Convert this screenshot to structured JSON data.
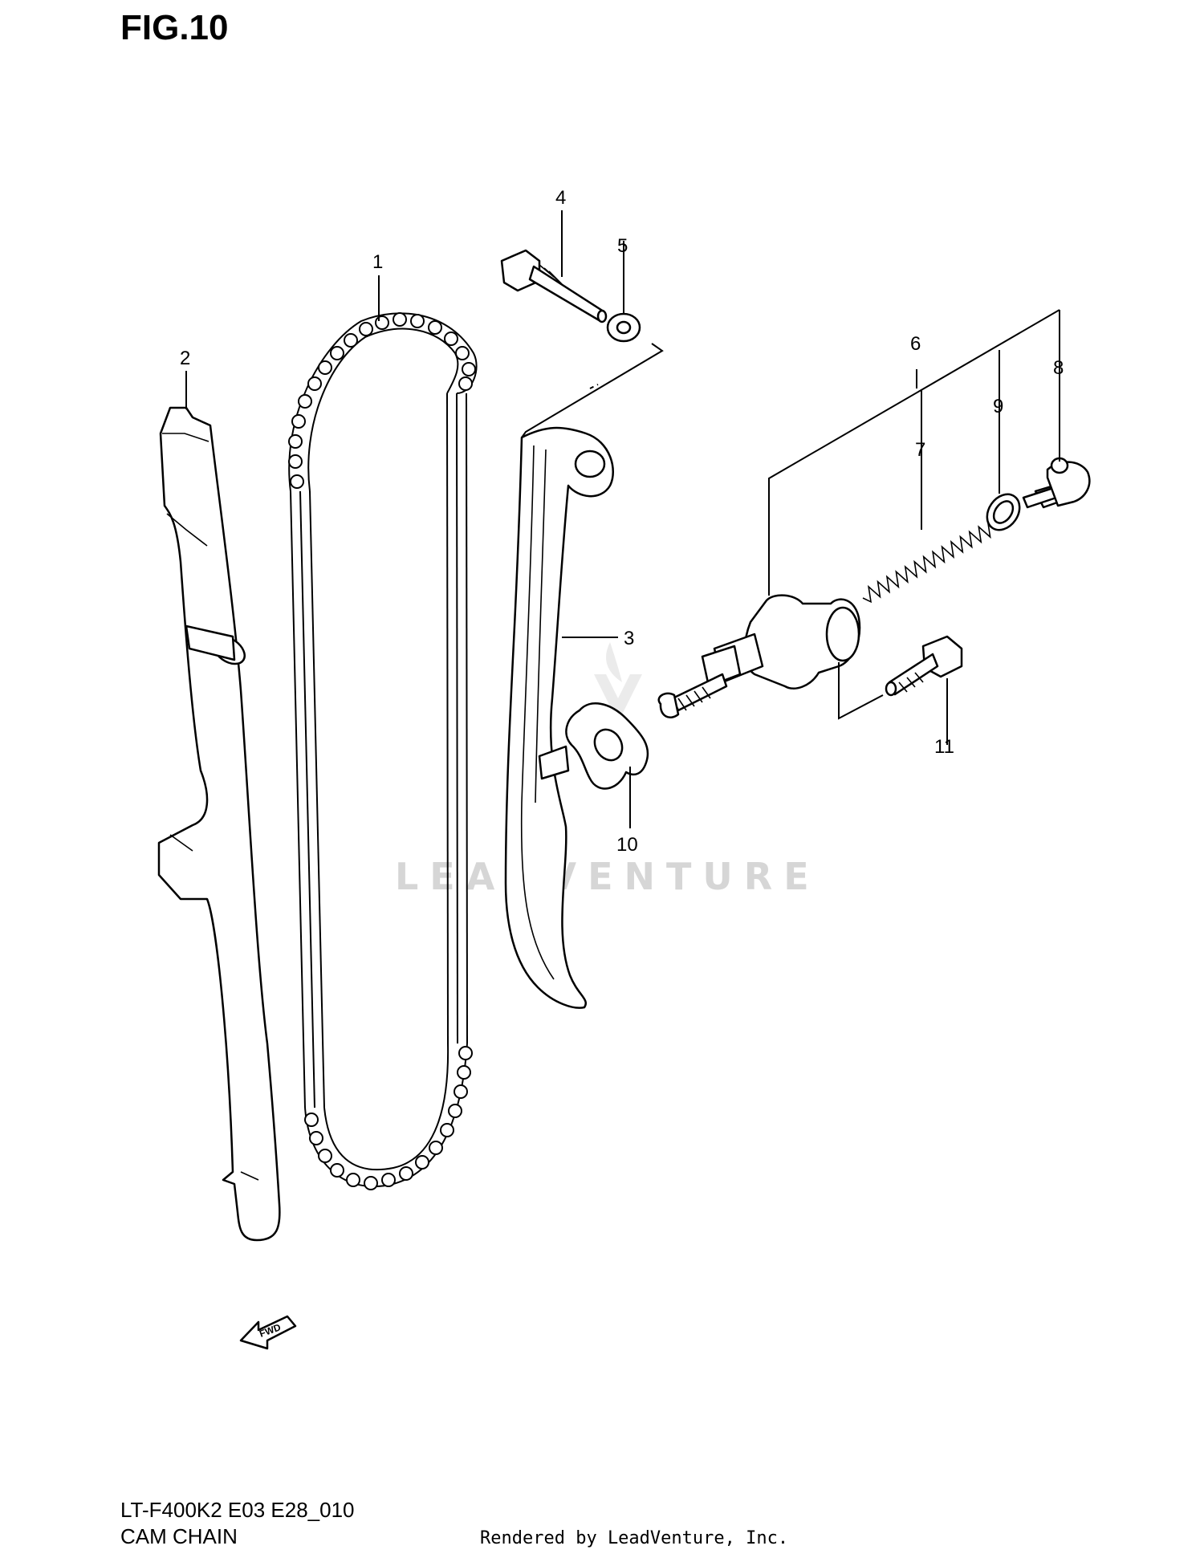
{
  "figure": {
    "title": "FIG.10"
  },
  "callouts": [
    "1",
    "2",
    "3",
    "4",
    "5",
    "6",
    "7",
    "8",
    "9",
    "10",
    "11"
  ],
  "watermark": "LEADVENTURE",
  "fwd_label": "FWD",
  "footer": {
    "model_code": "LT-F400K2 E03 E28_010",
    "section_name": "CAM CHAIN",
    "credit": "Rendered by LeadVenture, Inc."
  }
}
